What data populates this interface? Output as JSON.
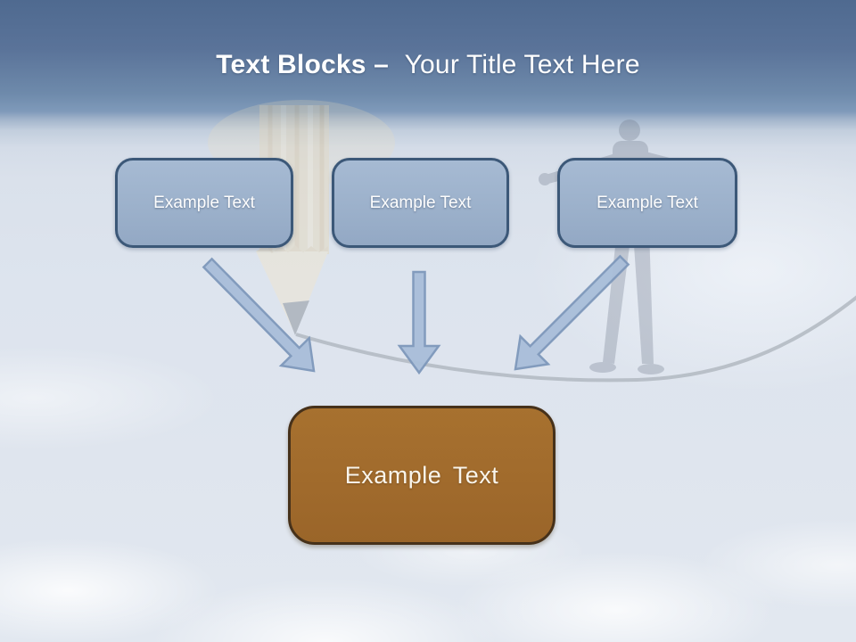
{
  "slide": {
    "title": {
      "bold_text": "Text Blocks –",
      "regular_text": "Your Title Text Here"
    },
    "source_blocks": [
      {
        "label": "Example Text"
      },
      {
        "label": "Example Text"
      },
      {
        "label": "Example Text"
      }
    ],
    "target_block": {
      "label": "Example Text"
    },
    "connectors": [
      {
        "name": "arrow-left",
        "direction": "down-right"
      },
      {
        "name": "arrow-middle",
        "direction": "down"
      },
      {
        "name": "arrow-right",
        "direction": "down-left"
      }
    ],
    "background_images": [
      "pencil-image",
      "rope-line",
      "tightrope-walker-image",
      "clouds"
    ],
    "colors": {
      "header_gradient_top": "#4f6a90",
      "header_gradient_bottom": "#7e9aba",
      "sky": "#dde4ee",
      "block_fill": "#9cb1cb",
      "block_border": "#3c5878",
      "arrow_fill": "#a9bed9",
      "arrow_border": "#7e98bb",
      "target_fill": "#a06a2c",
      "target_border": "#46311a",
      "title_text": "#ffffff",
      "block_text": "#ffffff",
      "target_text": "#f9f5ec"
    }
  }
}
